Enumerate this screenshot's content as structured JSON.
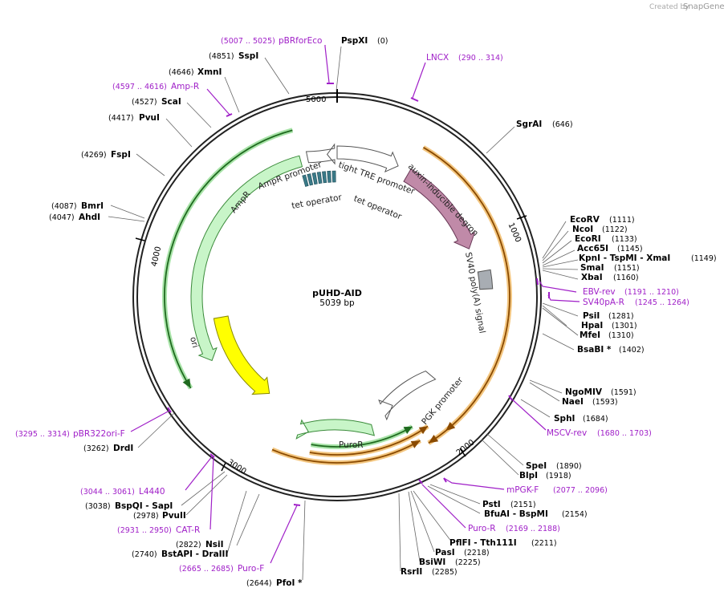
{
  "credit": {
    "created_by": "Created by",
    "app": "SnapGene"
  },
  "plasmid": {
    "name": "pUHD-AID",
    "size_label": "5039 bp",
    "length": 5039
  },
  "ticks": [
    "1000",
    "2000",
    "3000",
    "4000",
    "5000"
  ],
  "features": [
    {
      "label": "tight TRE promoter",
      "color": "#ffffff"
    },
    {
      "label": "auxin-inducible degron",
      "color": "#c08aa8"
    },
    {
      "label": "SV40 poly(A) signal",
      "color": "#a8adb3"
    },
    {
      "label": "PGK promoter",
      "color": "#ffffff"
    },
    {
      "label": "PuroR",
      "color": "#c8f5c8"
    },
    {
      "label": "ori",
      "color": "#ffff00"
    },
    {
      "label": "AmpR",
      "color": "#c8f5c8"
    },
    {
      "label": "AmpR promoter",
      "color": "#ffffff"
    },
    {
      "label": "tet operator",
      "color": "#3a7a88"
    },
    {
      "label": "tet operator",
      "color": "#3a7a88"
    }
  ],
  "enzymes": [
    {
      "name": "PspXI",
      "pos": "(0)"
    },
    {
      "name": "SgrAI",
      "pos": "(646)"
    },
    {
      "name": "EcoRV",
      "pos": "(1111)"
    },
    {
      "name": "NcoI",
      "pos": "(1122)"
    },
    {
      "name": "EcoRI",
      "pos": "(1133)"
    },
    {
      "name": "Acc65I",
      "pos": "(1145)"
    },
    {
      "name": "KpnI - TspMI - XmaI",
      "pos": "(1149)"
    },
    {
      "name": "SmaI",
      "pos": "(1151)"
    },
    {
      "name": "XbaI",
      "pos": "(1160)"
    },
    {
      "name": "PsiI",
      "pos": "(1281)"
    },
    {
      "name": "HpaI",
      "pos": "(1301)"
    },
    {
      "name": "MfeI",
      "pos": "(1310)"
    },
    {
      "name": "BsaBI *",
      "pos": "(1402)"
    },
    {
      "name": "NgoMIV",
      "pos": "(1591)"
    },
    {
      "name": "NaeI",
      "pos": "(1593)"
    },
    {
      "name": "SphI",
      "pos": "(1684)"
    },
    {
      "name": "SpeI",
      "pos": "(1890)"
    },
    {
      "name": "BlpI",
      "pos": "(1918)"
    },
    {
      "name": "PstI",
      "pos": "(2151)"
    },
    {
      "name": "BfuAI - BspMI",
      "pos": "(2154)"
    },
    {
      "name": "PflFI - Tth111I",
      "pos": "(2211)"
    },
    {
      "name": "PasI",
      "pos": "(2218)"
    },
    {
      "name": "BsiWI",
      "pos": "(2225)"
    },
    {
      "name": "RsrII",
      "pos": "(2285)"
    },
    {
      "name": "PfoI *",
      "pos": "(2644)"
    },
    {
      "name": "BstAPI - DraIII",
      "pos": "(2740)"
    },
    {
      "name": "NsiI",
      "pos": "(2822)"
    },
    {
      "name": "PvuII",
      "pos": "(2978)"
    },
    {
      "name": "BspQI - SapI",
      "pos": "(3038)"
    },
    {
      "name": "DrdI",
      "pos": "(3262)"
    },
    {
      "name": "AhdI",
      "pos": "(4047)"
    },
    {
      "name": "BmrI",
      "pos": "(4087)"
    },
    {
      "name": "FspI",
      "pos": "(4269)"
    },
    {
      "name": "PvuI",
      "pos": "(4417)"
    },
    {
      "name": "ScaI",
      "pos": "(4527)"
    },
    {
      "name": "XmnI",
      "pos": "(4646)"
    },
    {
      "name": "SspI",
      "pos": "(4851)"
    }
  ],
  "primers": [
    {
      "name": "pBRforEco",
      "pos": "(5007 .. 5025)"
    },
    {
      "name": "LNCX",
      "pos": "(290 .. 314)"
    },
    {
      "name": "EBV-rev",
      "pos": "(1191 .. 1210)"
    },
    {
      "name": "SV40pA-R",
      "pos": "(1245 .. 1264)"
    },
    {
      "name": "MSCV-rev",
      "pos": "(1680 .. 1703)"
    },
    {
      "name": "mPGK-F",
      "pos": "(2077 .. 2096)"
    },
    {
      "name": "Puro-R",
      "pos": "(2169 .. 2188)"
    },
    {
      "name": "Puro-F",
      "pos": "(2665 .. 2685)"
    },
    {
      "name": "CAT-R",
      "pos": "(2931 .. 2950)"
    },
    {
      "name": "L4440",
      "pos": "(3044 .. 3061)"
    },
    {
      "name": "pBR322ori-F",
      "pos": "(3295 .. 3314)"
    },
    {
      "name": "Amp-R",
      "pos": "(4597 .. 4616)"
    }
  ]
}
